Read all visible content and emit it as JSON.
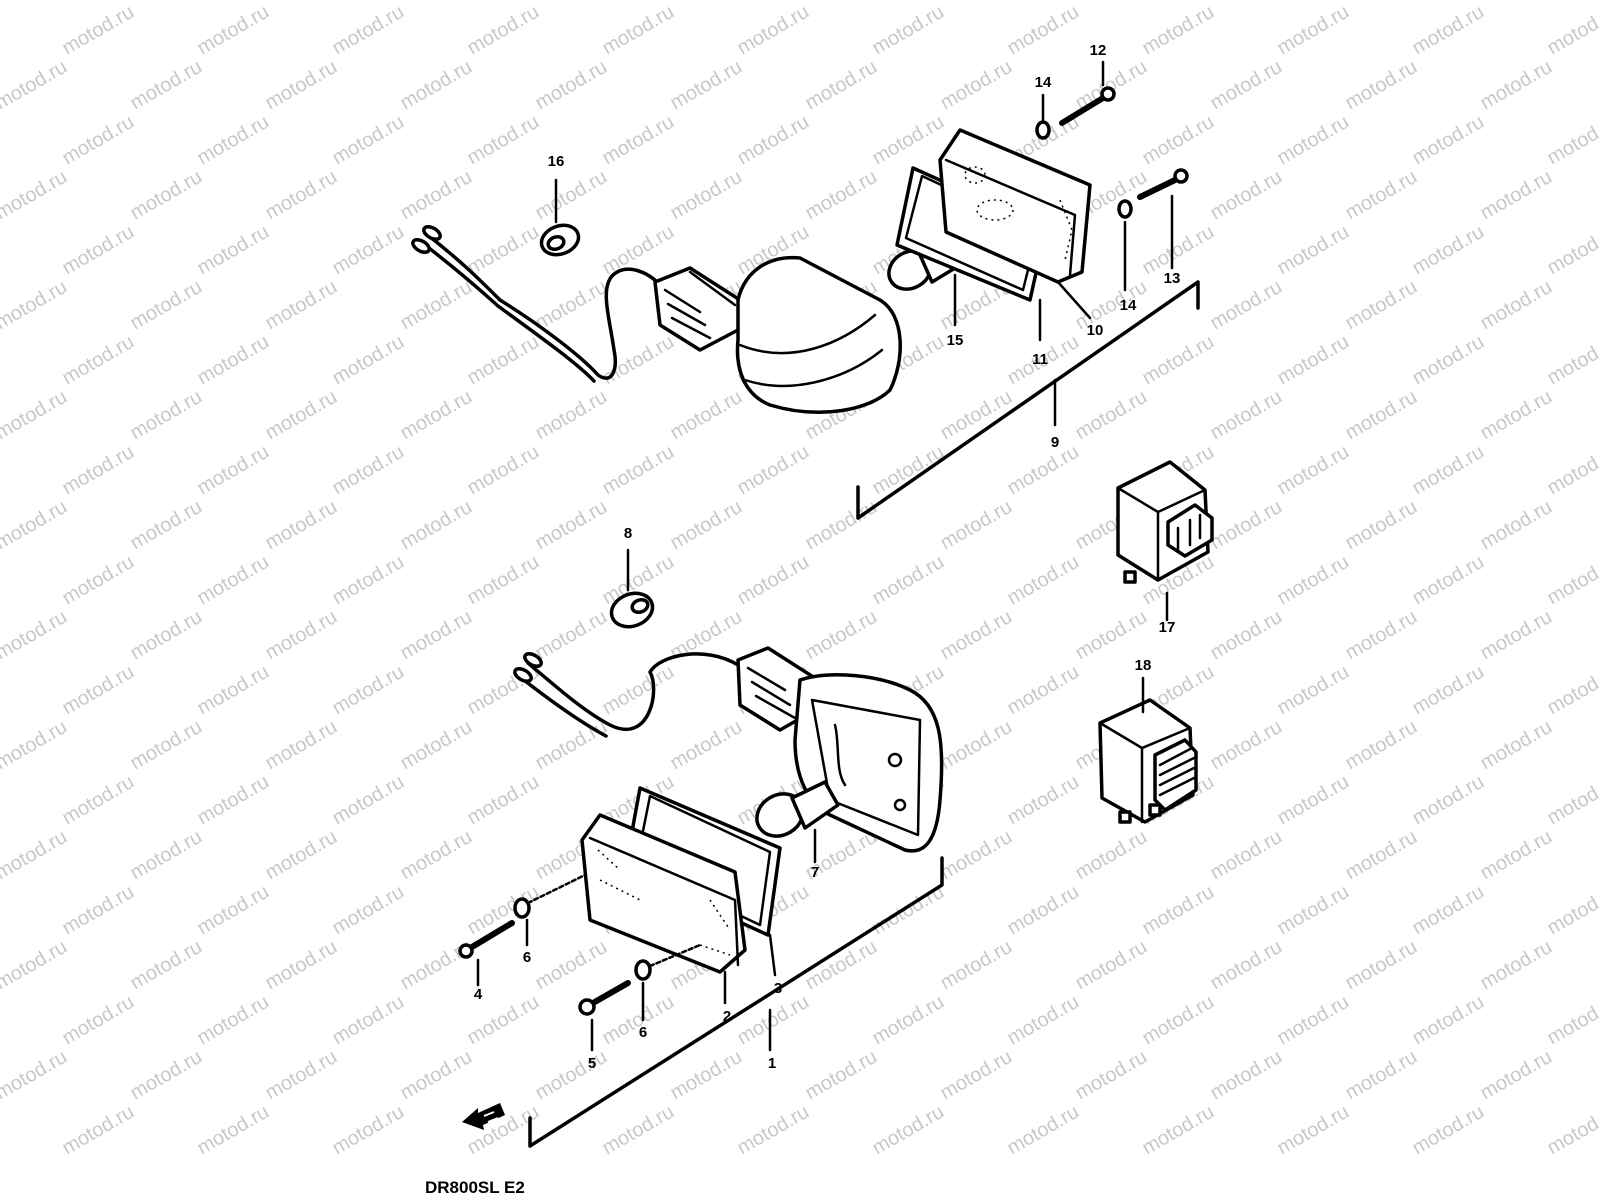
{
  "watermark": "motod.ru",
  "caption": "DR800SL  E2",
  "parts": {
    "p1": "1",
    "p2": "2",
    "p3": "3",
    "p4": "4",
    "p5": "5",
    "p6a": "6",
    "p6b": "6",
    "p7": "7",
    "p8": "8",
    "p9": "9",
    "p10": "10",
    "p11": "11",
    "p12": "12",
    "p13": "13",
    "p14a": "14",
    "p14b": "14",
    "p15": "15",
    "p16": "16",
    "p17": "17",
    "p18": "18"
  }
}
